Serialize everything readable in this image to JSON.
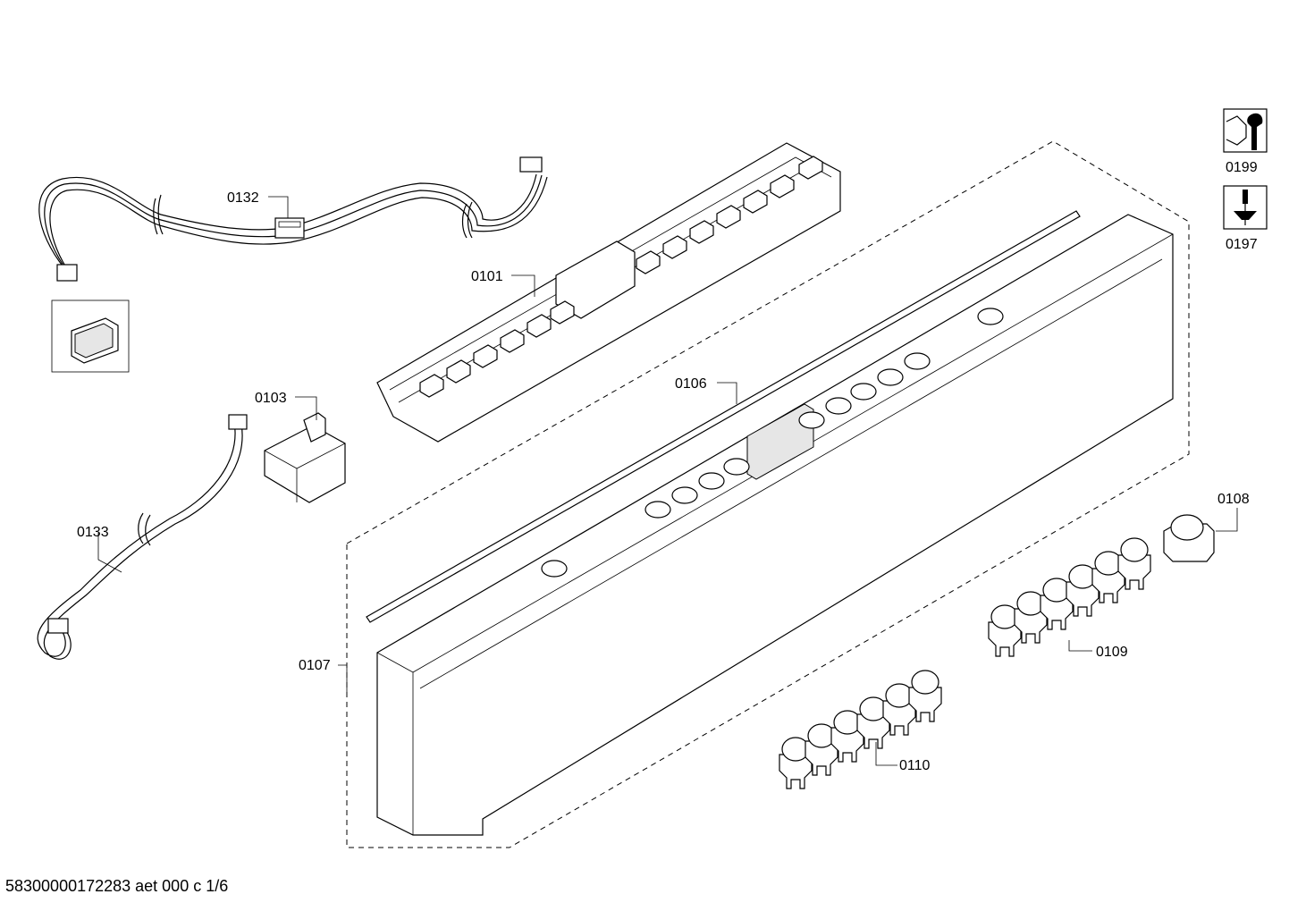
{
  "labels": {
    "p0132": "0132",
    "p0101": "0101",
    "p0103": "0103",
    "p0106": "0106",
    "p0133": "0133",
    "p0107": "0107",
    "p0108": "0108",
    "p0109": "0109",
    "p0110": "0110",
    "p0199": "0199",
    "p0197": "0197"
  },
  "footer": "58300000172283 aet 000 c 1/6",
  "icons": {
    "tool_a": "nut-wrench-icon",
    "tool_b": "screwdriver-icon"
  }
}
